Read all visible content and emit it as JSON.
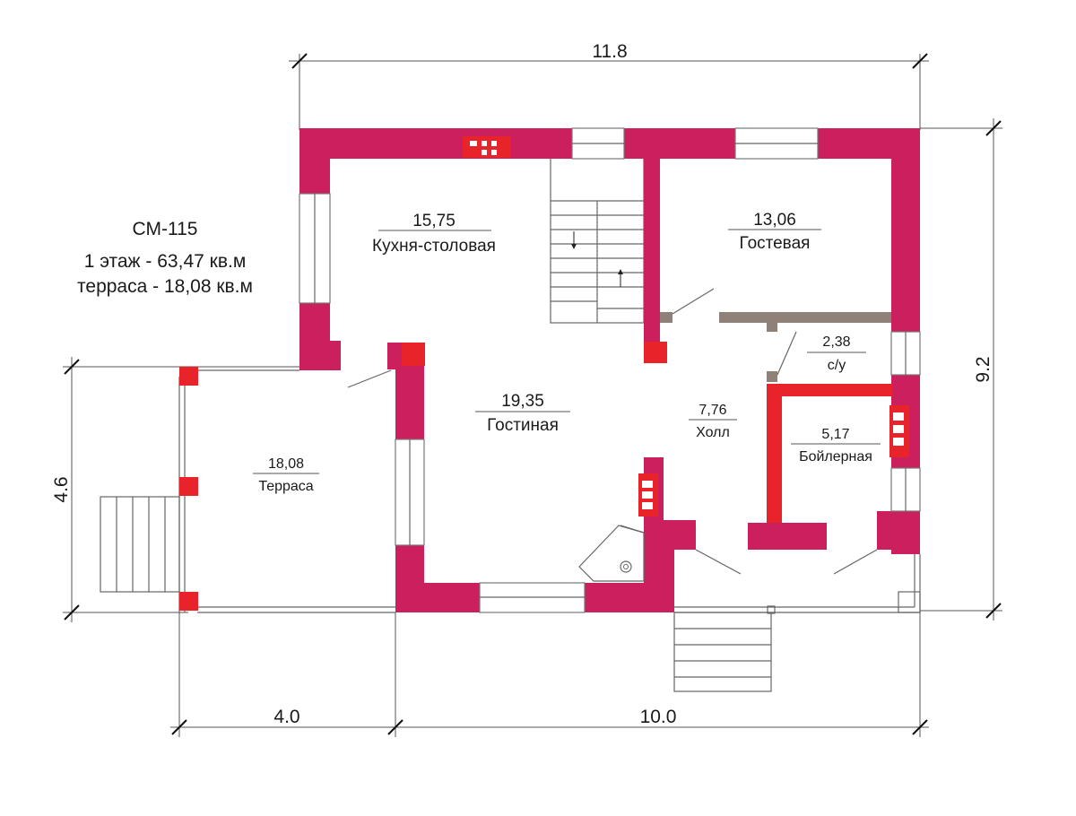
{
  "project": {
    "code": "СМ-115",
    "floor_area": "1 этаж - 63,47 кв.м",
    "terrace_area": "терраса - 18,08 кв.м"
  },
  "dimensions": {
    "top": "11.8",
    "right": "9.2",
    "left": "4.6",
    "bottom_left": "4.0",
    "bottom_right": "10.0"
  },
  "rooms": {
    "kitchen": {
      "area": "15,75",
      "name": "Кухня-столовая"
    },
    "guest": {
      "area": "13,06",
      "name": "Гостевая"
    },
    "wc": {
      "area": "2,38",
      "name": "с/у"
    },
    "living": {
      "area": "19,35",
      "name": "Гостиная"
    },
    "hall": {
      "area": "7,76",
      "name": "Холл"
    },
    "boiler": {
      "area": "5,17",
      "name": "Бойлерная"
    },
    "terrace": {
      "area": "18,08",
      "name": "Терраса"
    }
  },
  "colors": {
    "wall": "#cc1f5e",
    "brick": "#e8232a",
    "partition": "#8f8177"
  }
}
